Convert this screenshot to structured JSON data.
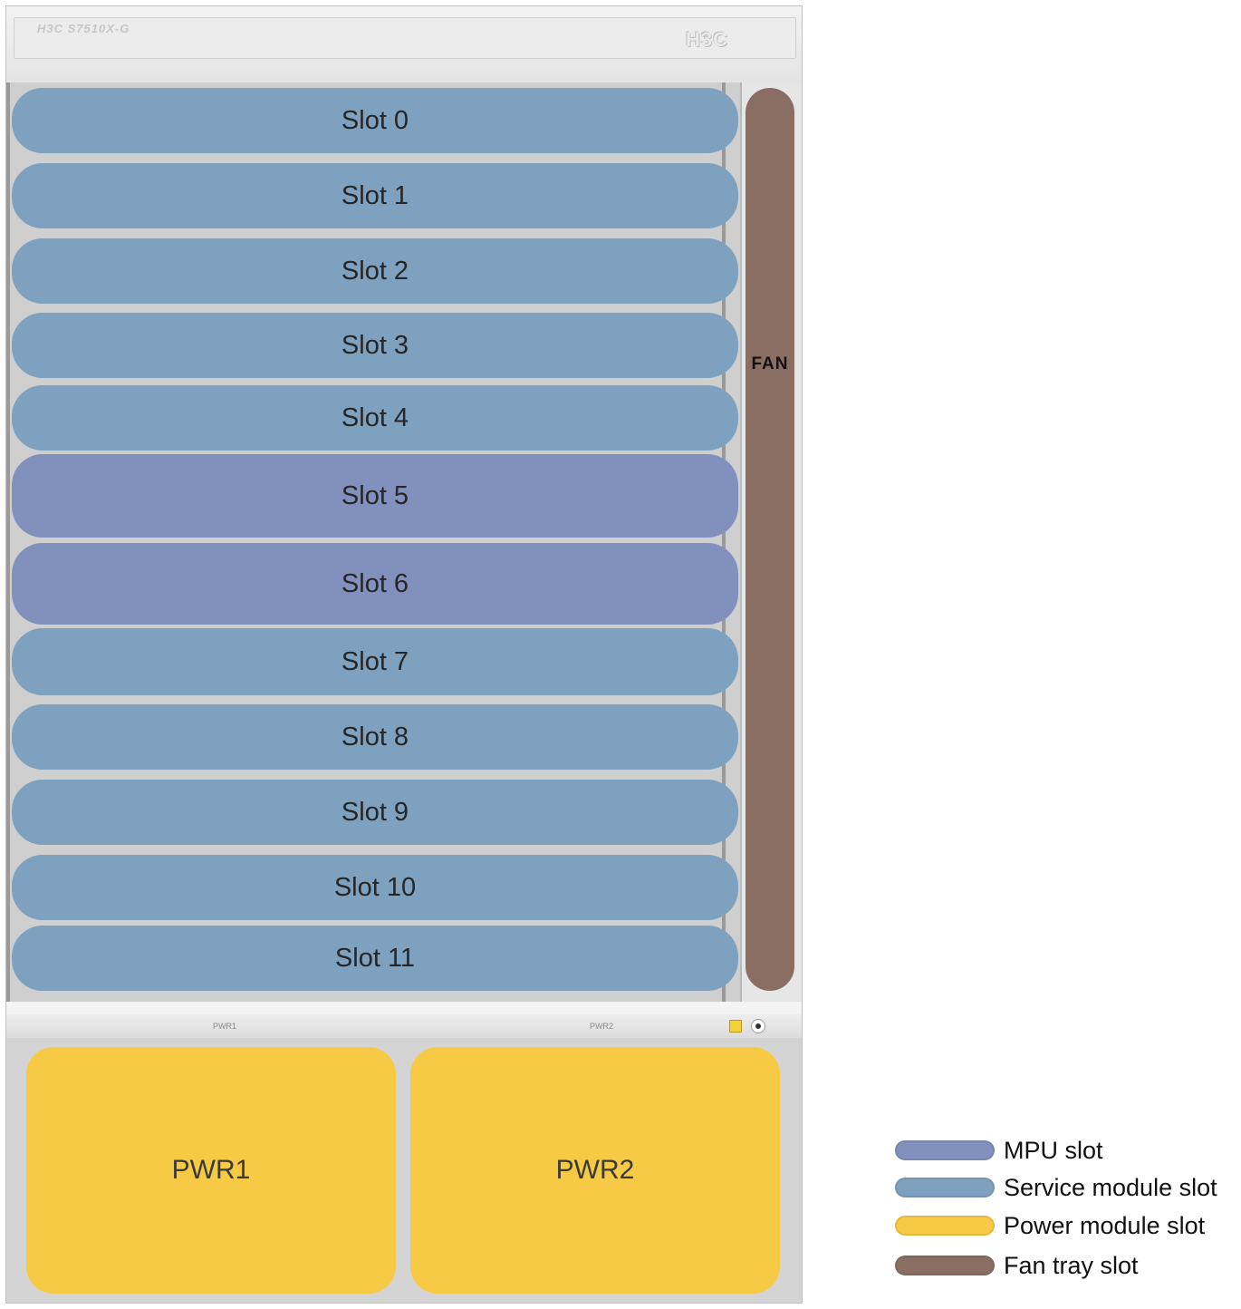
{
  "chassis": {
    "model": "H3C S7510X-G",
    "brand": "H3C"
  },
  "slots": [
    {
      "label": "Slot 0",
      "type": "service"
    },
    {
      "label": "Slot 1",
      "type": "service"
    },
    {
      "label": "Slot 2",
      "type": "service"
    },
    {
      "label": "Slot 3",
      "type": "service"
    },
    {
      "label": "Slot 4",
      "type": "service"
    },
    {
      "label": "Slot 5",
      "type": "mpu"
    },
    {
      "label": "Slot 6",
      "type": "mpu"
    },
    {
      "label": "Slot 7",
      "type": "service"
    },
    {
      "label": "Slot 8",
      "type": "service"
    },
    {
      "label": "Slot 9",
      "type": "service"
    },
    {
      "label": "Slot 10",
      "type": "service"
    },
    {
      "label": "Slot 11",
      "type": "service"
    }
  ],
  "fan": {
    "label": "FAN"
  },
  "power": {
    "header_tags": [
      "PWR1",
      "PWR2"
    ],
    "slots": [
      {
        "label": "PWR1"
      },
      {
        "label": "PWR2"
      }
    ]
  },
  "legend": [
    {
      "label": "MPU slot",
      "color": "#8290bd"
    },
    {
      "label": "Service module slot",
      "color": "#7ea1bf"
    },
    {
      "label": "Power module slot",
      "color": "#f7ca45"
    },
    {
      "label": "Fan tray slot",
      "color": "#8b6e63"
    }
  ]
}
